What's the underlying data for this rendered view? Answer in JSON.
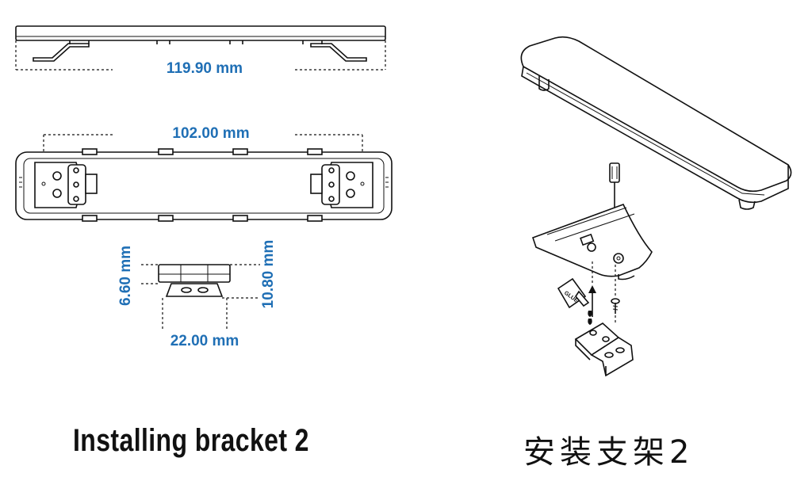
{
  "dimensions": {
    "length_total": "119.90 mm",
    "hole_spacing": "102.00 mm",
    "height_body": "6.60 mm",
    "height_total": "10.80 mm",
    "bracket_width": "22.00 mm"
  },
  "exploded_view": {
    "glue_label": "GLUE"
  },
  "captions": {
    "english": "Installing bracket 2",
    "chinese": "安装支架2"
  }
}
